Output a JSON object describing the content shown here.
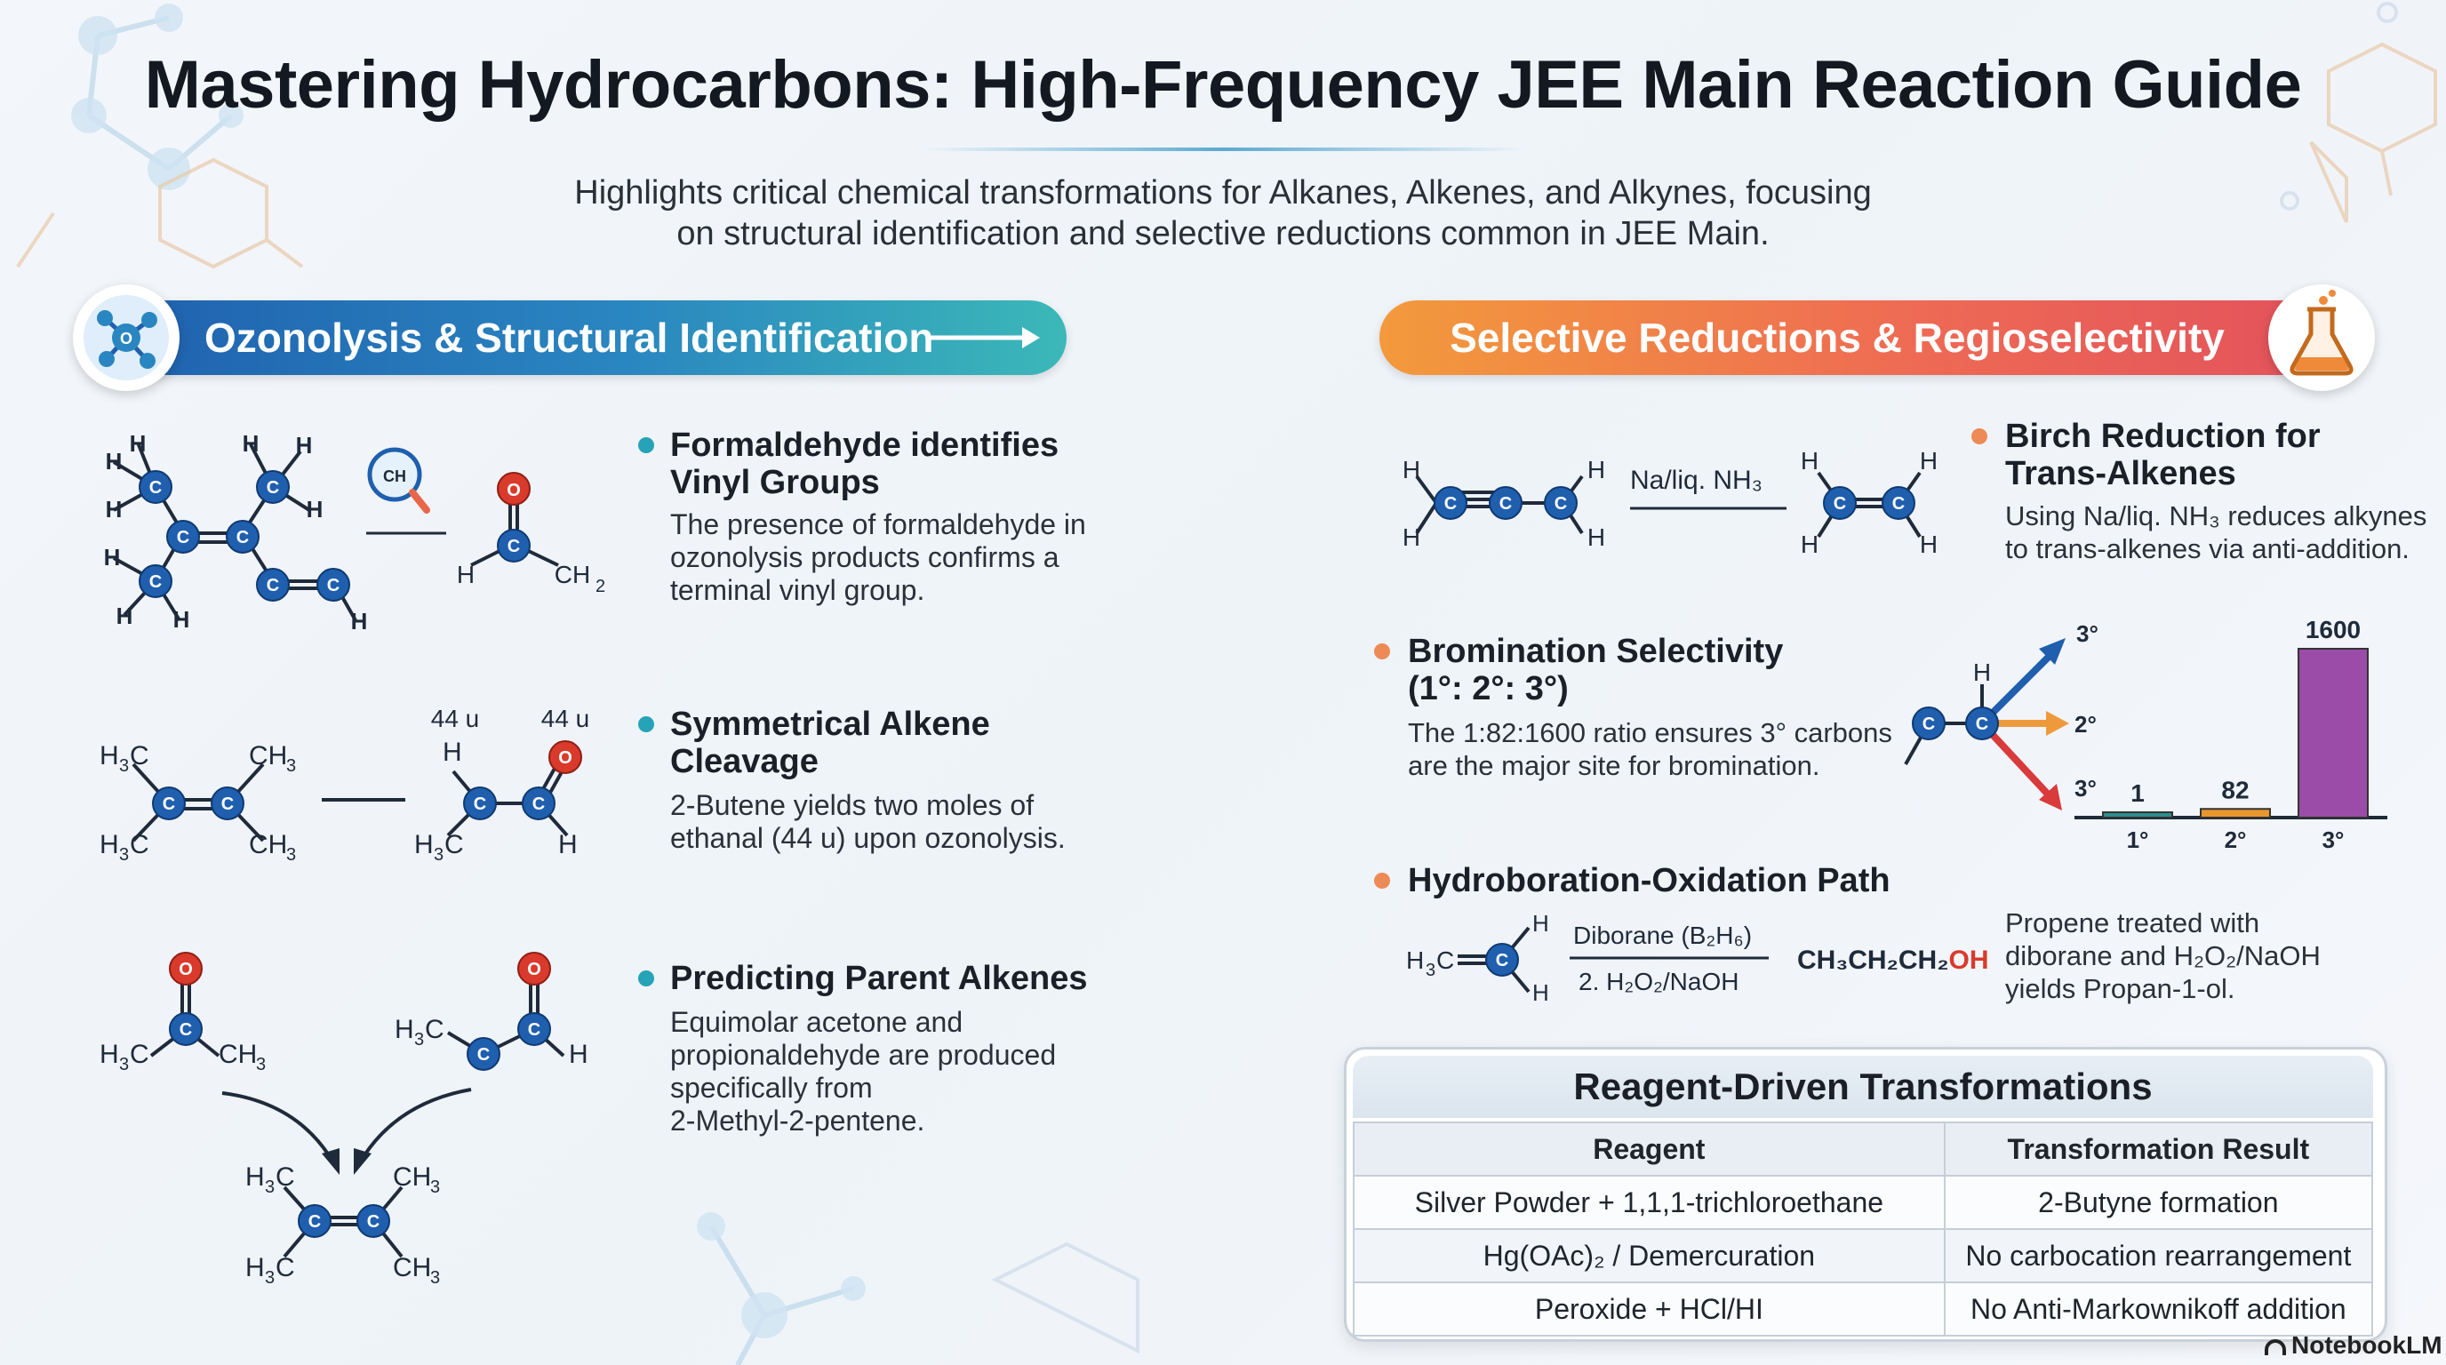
{
  "header": {
    "title": "Mastering Hydrocarbons: High-Frequency JEE Main Reaction Guide",
    "subtitle_line1": "Highlights critical chemical transformations for Alkanes, Alkenes, and Alkynes, focusing",
    "subtitle_line2": "on structural identification and selective reductions common in JEE Main."
  },
  "left_section": {
    "banner": "Ozonolysis & Structural Identification",
    "items": [
      {
        "title_lines": [
          "Formaldehyde identifies",
          "Vinyl Groups"
        ],
        "text_lines": [
          "The presence of formaldehyde in",
          "ozonolysis products confirms a",
          "terminal vinyl group."
        ]
      },
      {
        "title_lines": [
          "Symmetrical Alkene",
          "Cleavage"
        ],
        "text_lines": [
          "2-Butene yields two moles of",
          "ethanal (44 u) upon ozonolysis."
        ]
      },
      {
        "title_lines": [
          "Predicting Parent Alkenes"
        ],
        "text_lines": [
          "Equimolar acetone and",
          "propionaldehyde are produced",
          "specifically from",
          "2-Methyl-2-pentene."
        ]
      }
    ],
    "mass_labels": [
      "44 u",
      "44 u"
    ]
  },
  "right_section": {
    "banner": "Selective Reductions & Regioselectivity",
    "items": [
      {
        "title_lines": [
          "Birch Reduction for",
          "Trans-Alkenes"
        ],
        "text_lines": [
          "Using Na/liq. NH₃ reduces alkynes",
          "to trans-alkenes via anti-addition."
        ]
      },
      {
        "title_lines": [
          "Bromination Selectivity",
          "(1°: 2°: 3°)"
        ],
        "text_lines": [
          "The 1:82:1600 ratio ensures 3° carbons",
          "are the major site for bromination."
        ]
      },
      {
        "title_lines": [
          "Hydroboration-Oxidation Path"
        ],
        "text_lines": [
          "Propene treated with",
          "diborane and H₂O₂/NaOH",
          "yields Propan-1-ol."
        ]
      }
    ],
    "birch_reagent": "Na/liq. NH₃",
    "hydroboration": {
      "reagent_top": "Diborane (B₂H₆)",
      "reagent_bottom": "2. H₂O₂/NaOH",
      "product_main": "CH₃CH₂CH₂",
      "product_oh": "OH"
    },
    "arrow_labels": [
      "3°",
      "2°",
      "3°"
    ]
  },
  "chart_data": {
    "type": "bar",
    "categories": [
      "1°",
      "2°",
      "3°"
    ],
    "values": [
      1,
      82,
      1600
    ],
    "colors": [
      "#2a8f8f",
      "#e8962e",
      "#9b4ca8"
    ],
    "ylim": [
      0,
      1600
    ]
  },
  "table": {
    "title": "Reagent-Driven Transformations",
    "headers": [
      "Reagent",
      "Transformation Result"
    ],
    "rows": [
      [
        "Silver Powder + 1,1,1-trichloroethane",
        "2-Butyne formation"
      ],
      [
        "Hg(OAc)₂ / Demercuration",
        "No carbocation rearrangement"
      ],
      [
        "Peroxide + HCl/HI",
        "No Anti-Markownikoff addition"
      ]
    ]
  },
  "brand": "NotebookLM",
  "colors": {
    "carbon_atom": "#1f5fae",
    "oxygen_atom": "#d93a2b",
    "left_accent": "#27a3b8",
    "right_accent": "#ee8a55"
  }
}
